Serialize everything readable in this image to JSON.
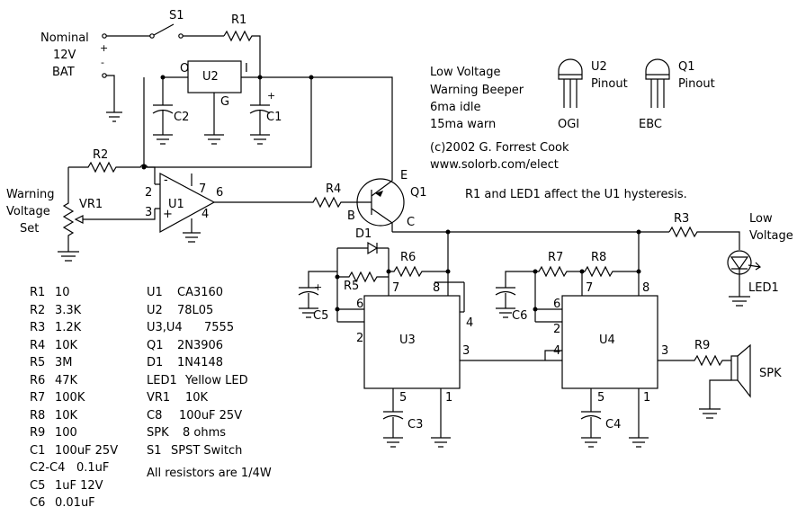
{
  "source_labels": {
    "nominal": "Nominal",
    "volt": "12V",
    "bat": "BAT",
    "plus": "+",
    "minus": "-"
  },
  "warning_labels": [
    "Warning",
    "Voltage",
    "Set"
  ],
  "title_block": {
    "lines": [
      "Low Voltage",
      "Warning Beeper",
      "6ma idle",
      "15ma warn"
    ],
    "copyright": "(c)2002 G. Forrest Cook",
    "url": "www.solorb.com/elect"
  },
  "pinouts": {
    "u2": {
      "name": "U2",
      "word": "Pinout",
      "pins": "OGI"
    },
    "q1": {
      "name": "Q1",
      "word": "Pinout",
      "pins": "EBC"
    }
  },
  "note": "R1 and LED1 affect the U1 hysteresis.",
  "low_voltage": [
    "Low",
    "Voltage"
  ],
  "component_labels": {
    "S1": "S1",
    "R1": "R1",
    "R2": "R2",
    "R3": "R3",
    "R4": "R4",
    "R5": "R5",
    "R6": "R6",
    "R7": "R7",
    "R8": "R8",
    "R9": "R9",
    "U1": "U1",
    "U2": "U2",
    "U3": "U3",
    "U4": "U4",
    "C1": "C1",
    "C2": "C2",
    "C3": "C3",
    "C4": "C4",
    "C5": "C5",
    "C6": "C6",
    "D1": "D1",
    "Q1": "Q1",
    "VR1": "VR1",
    "LED1": "LED1",
    "SPK": "SPK"
  },
  "pin_labels": {
    "u2_o": "O",
    "u2_i": "I",
    "u2_g": "G",
    "q1_e": "E",
    "q1_b": "B",
    "q1_c": "C",
    "u1_p2": "2",
    "u1_p3": "3",
    "u1_p7": "7",
    "u1_p6": "6",
    "u1_p4": "4",
    "u1_minus": "-",
    "u1_plus": "+",
    "c1_plus": "+",
    "c5_plus": "+",
    "u3_p7": "7",
    "u3_p8": "8",
    "u3_p6": "6",
    "u3_p2": "2",
    "u3_p4": "4",
    "u3_p3": "3",
    "u3_p5": "5",
    "u3_p1": "1",
    "u4_p7": "7",
    "u4_p8": "8",
    "u4_p6": "6",
    "u4_p2": "2",
    "u4_p4": "4",
    "u4_p3": "3",
    "u4_p5": "5",
    "u4_p1": "1"
  },
  "parts_list_left": [
    {
      "ref": "R1",
      "value": "10"
    },
    {
      "ref": "R2",
      "value": "3.3K"
    },
    {
      "ref": "R3",
      "value": "1.2K"
    },
    {
      "ref": "R4",
      "value": "10K"
    },
    {
      "ref": "R5",
      "value": "3M"
    },
    {
      "ref": "R6",
      "value": "47K"
    },
    {
      "ref": "R7",
      "value": "100K"
    },
    {
      "ref": "R8",
      "value": "10K"
    },
    {
      "ref": "R9",
      "value": "100"
    },
    {
      "ref": "C1",
      "value": "100uF 25V"
    },
    {
      "ref": "C2-C4",
      "value": "0.1uF"
    },
    {
      "ref": "C5",
      "value": "1uF 12V"
    },
    {
      "ref": "C6",
      "value": "0.01uF"
    }
  ],
  "parts_list_right": [
    {
      "ref": "U1",
      "value": "CA3160"
    },
    {
      "ref": "U2",
      "value": "78L05"
    },
    {
      "ref": "U3,U4",
      "value": "7555"
    },
    {
      "ref": "Q1",
      "value": "2N3906"
    },
    {
      "ref": "D1",
      "value": "1N4148"
    },
    {
      "ref": "LED1",
      "value": "Yellow LED"
    },
    {
      "ref": "VR1",
      "value": "10K"
    },
    {
      "ref": "C8",
      "value": "100uF 25V"
    },
    {
      "ref": "SPK",
      "value": "8 ohms"
    },
    {
      "ref": "S1",
      "value": "SPST Switch"
    }
  ],
  "resistor_note": "All resistors are 1/4W"
}
